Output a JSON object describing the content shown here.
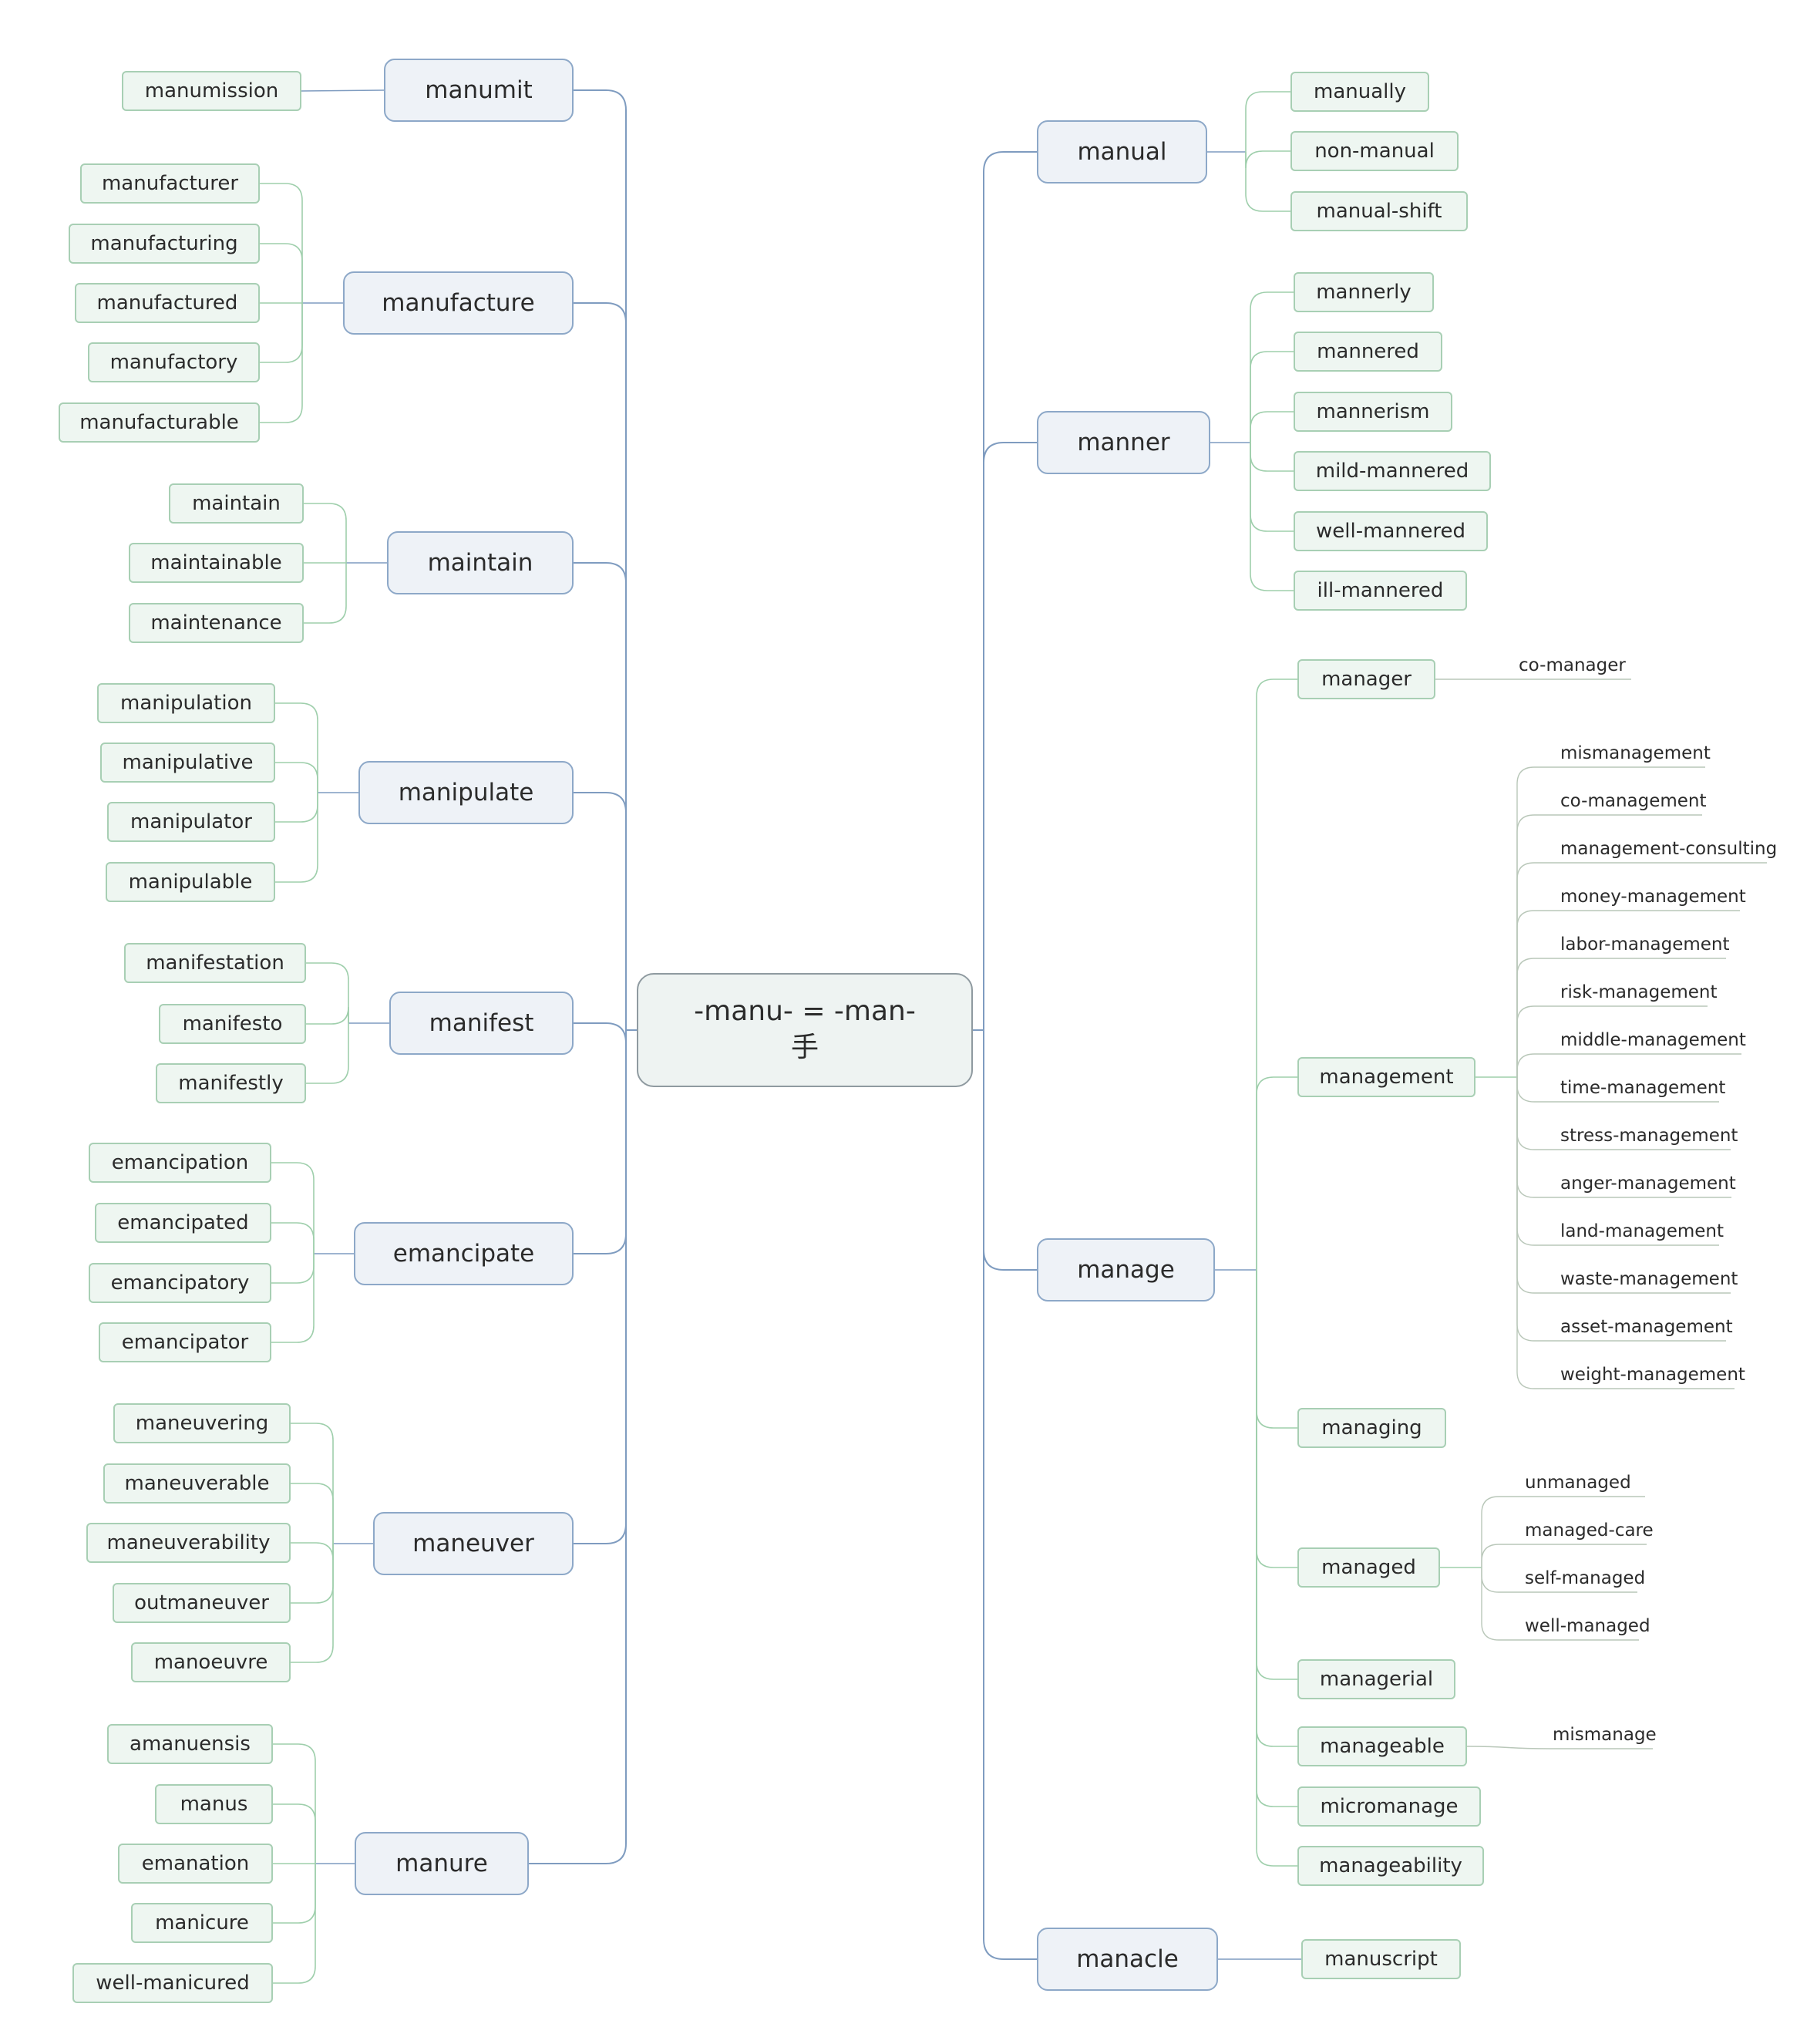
{
  "center": {
    "line1": "-manu- = -man-",
    "line2": "手"
  },
  "left": [
    {
      "id": "manumit",
      "label": "manumit",
      "children": [
        "manumission"
      ]
    },
    {
      "id": "manufacture",
      "label": "manufacture",
      "children": [
        "manufacturer",
        "manufacturing",
        "manufactured",
        "manufactory",
        "manufacturable"
      ]
    },
    {
      "id": "maintain",
      "label": "maintain",
      "children": [
        "maintain",
        "maintainable",
        "maintenance"
      ]
    },
    {
      "id": "manipulate",
      "label": "manipulate",
      "children": [
        "manipulation",
        "manipulative",
        "manipulator",
        "manipulable"
      ]
    },
    {
      "id": "manifest",
      "label": "manifest",
      "children": [
        "manifestation",
        "manifesto",
        "manifestly"
      ]
    },
    {
      "id": "emancipate",
      "label": "emancipate",
      "children": [
        "emancipation",
        "emancipated",
        "emancipatory",
        "emancipator"
      ]
    },
    {
      "id": "maneuver",
      "label": "maneuver",
      "children": [
        "maneuvering",
        "maneuverable",
        "maneuverability",
        "outmaneuver",
        "manoeuvre"
      ]
    },
    {
      "id": "manure",
      "label": "manure",
      "children": [
        "amanuensis",
        "manus",
        "emanation",
        "manicure",
        "well-manicured"
      ]
    }
  ],
  "right": [
    {
      "id": "manual",
      "label": "manual",
      "children": [
        {
          "label": "manually"
        },
        {
          "label": "non-manual"
        },
        {
          "label": "manual-shift"
        }
      ]
    },
    {
      "id": "manner",
      "label": "manner",
      "children": [
        {
          "label": "mannerly"
        },
        {
          "label": "mannered"
        },
        {
          "label": "mannerism"
        },
        {
          "label": "mild-mannered"
        },
        {
          "label": "well-mannered"
        },
        {
          "label": "ill-mannered"
        }
      ]
    },
    {
      "id": "manage",
      "label": "manage",
      "children": [
        {
          "label": "manager",
          "children": [
            "co-manager"
          ]
        },
        {
          "label": "management",
          "children": [
            "mismanagement",
            "co-management",
            "management-consulting",
            "money-management",
            "labor-management",
            "risk-management",
            "middle-management",
            "time-management",
            "stress-management",
            "anger-management",
            "land-management",
            "waste-management",
            "asset-management",
            "weight-management"
          ]
        },
        {
          "label": "managing"
        },
        {
          "label": "managed",
          "children": [
            "unmanaged",
            "managed-care",
            "self-managed",
            "well-managed"
          ]
        },
        {
          "label": "managerial"
        },
        {
          "label": "manageable",
          "children": [
            "mismanage"
          ]
        },
        {
          "label": "micromanage"
        },
        {
          "label": "manageability"
        }
      ]
    },
    {
      "id": "manacle",
      "label": "manacle",
      "children": [
        {
          "label": "manuscript"
        }
      ]
    }
  ],
  "colors": {
    "main_line": "#7f9cc0",
    "sub_line": "#9fcfac",
    "leaf_line": "#b9c7b9"
  }
}
